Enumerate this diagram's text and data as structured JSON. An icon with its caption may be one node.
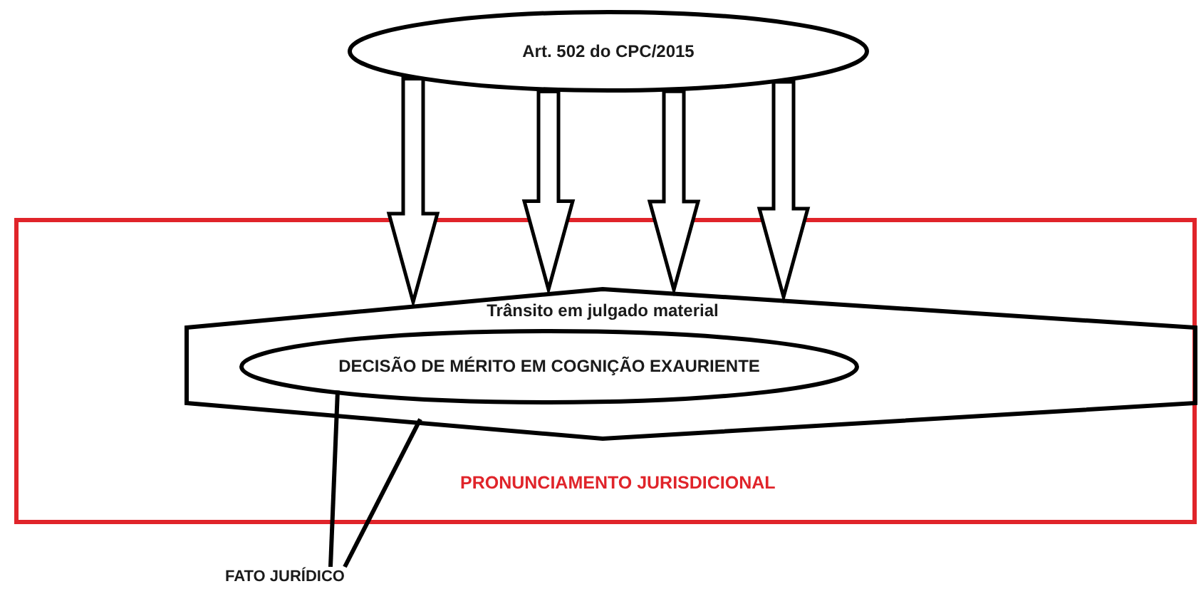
{
  "diagram": {
    "nodes": [
      {
        "text": [
          "Art. 502 do CPC/2015"
        ]
      },
      {
        "text": [
          "PRONUNCIAMENTO JURISDICIONAL"
        ]
      },
      {
        "text": [
          "Trânsito em julgado material"
        ],
        "in": 1
      },
      {
        "text": [
          "DECISÃO DE MÉRITO EM COGNIÇÃO EXAURIENTE"
        ],
        "in": 2
      },
      {
        "text": [
          "FATO JURÍDICO"
        ]
      }
    ],
    "edges": [
      {
        "from": 0,
        "to": 2,
        "arrow": "to",
        "style": "thick"
      },
      {
        "from": 0,
        "to": 2,
        "arrow": "to",
        "style": "thick"
      },
      {
        "from": 0,
        "to": 2,
        "arrow": "to",
        "style": "thick"
      },
      {
        "from": 0,
        "to": 2,
        "arrow": "to",
        "style": "thick"
      },
      {
        "from": 4,
        "to": 3,
        "arrow": "none"
      },
      {
        "from": 4,
        "to": 2,
        "arrow": "none"
      }
    ]
  }
}
